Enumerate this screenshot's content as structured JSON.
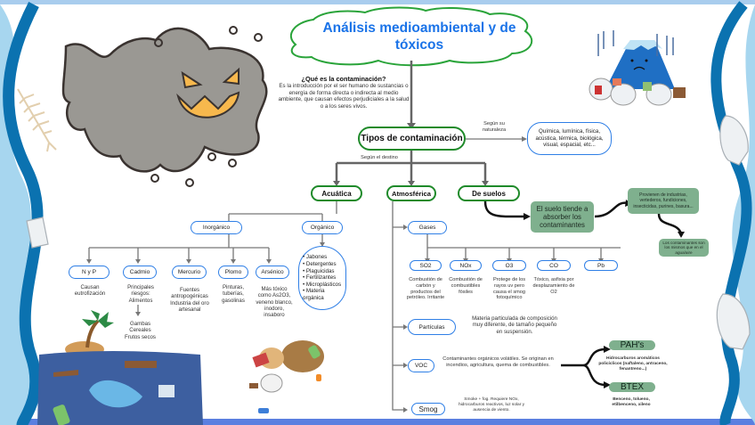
{
  "title": "Análisis medioambiental y de tóxicos",
  "intro": {
    "question": "¿Qué es la contaminación?",
    "answer": "Es la introducción por el ser humano de sustancias o energía de forma directa o indirecta al medio ambiente, que causan efectos perjudiciales a la salud o a los seres vivos."
  },
  "types": {
    "label": "Tipos de contaminación",
    "by_nature_label": "Según su naturaleza",
    "by_nature_value": "Química, lumínica, física, acústica, térmica, biológica, visual, espacial, etc...",
    "by_destination_label": "Según el destino"
  },
  "acuatica": {
    "label": "Acuática",
    "inorganico": {
      "label": "Inorgánico",
      "items": [
        {
          "label": "N y P",
          "desc": "Causan eutrofización"
        },
        {
          "label": "Cadmio",
          "desc": "Principales riesgos: Alimentos",
          "sub": "Gambas\nCereales\nFrutos secos"
        },
        {
          "label": "Mercurio",
          "desc": "Fuentes antropogénicas Industria del oro artesanal"
        },
        {
          "label": "Plomo",
          "desc": "Pinturas, tuberías, gasolinas"
        },
        {
          "label": "Arsénico",
          "desc": "Más tóxico como As2O3, veneno blanco, inodoro, insaboro"
        }
      ]
    },
    "organico": {
      "label": "Orgánico",
      "items": [
        "Jabones",
        "Detergentes",
        "Plaguicidas",
        "Fertilizantes",
        "Microplásticos",
        "Materia orgánica"
      ]
    }
  },
  "atmosferica": {
    "label": "Atmosférica",
    "gases": {
      "label": "Gases",
      "items": [
        {
          "label": "SO2",
          "desc": "Combustión de carbón y productos del petróleo. Irritante"
        },
        {
          "label": "NOx",
          "desc": "Combustión de combustibles fósiles"
        },
        {
          "label": "O3",
          "desc": "Protege de los rayos uv pero causa el smog fotoquímico"
        },
        {
          "label": "CO",
          "desc": "Tóxico, asfixia por desplazamiento de O2"
        },
        {
          "label": "Pb",
          "desc": ""
        }
      ]
    },
    "particulas": {
      "label": "Partículas",
      "desc": "Materia particulada de composición muy diferente, de tamaño pequeño en suspensión."
    },
    "voc": {
      "label": "VOC",
      "desc": "Contaminantes orgánicos volátiles. Se originan en incendios, agricultura, quema de combustibles.",
      "branches": [
        {
          "label": "PAH's",
          "desc": "Hidrocarburos aromáticos policíclicos (naftaleno, antraceno, fenantreno...)"
        },
        {
          "label": "BTEX",
          "desc": "Benceno, tolueno, etilbenceno, xileno"
        }
      ]
    },
    "smog": {
      "label": "Smog",
      "desc": "Smoke + fog. Requiere NOx, hidrocarburos reactivos, luz solar y ausencia de viento."
    }
  },
  "suelos": {
    "label": "De suelos",
    "main": "El suelo tiende a absorber los contaminantes",
    "sources": "Provienen de industrias, vertederos, fundiciones, insecticidas, purines, basura...",
    "same": "Los contaminantes son los mismos que en el agua/aire"
  },
  "colors": {
    "title_blue": "#1a73e8",
    "green_border": "#1f8a2a",
    "blue_border": "#2f7fe6",
    "teal_fill": "#7fb08e",
    "wave_dark": "#0b72b0",
    "wave_light": "#a7d6ef"
  }
}
